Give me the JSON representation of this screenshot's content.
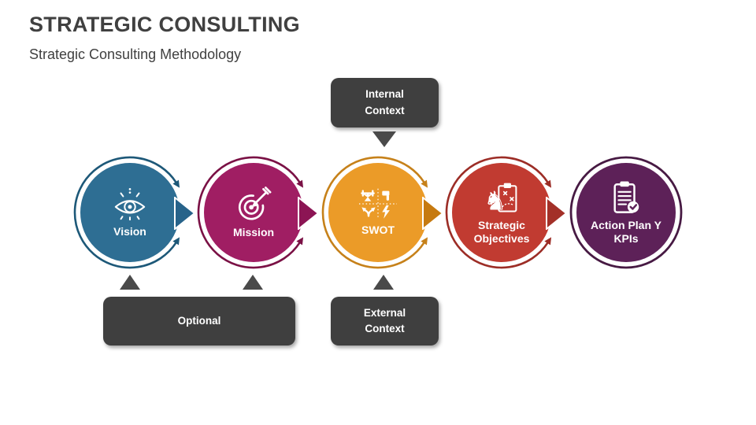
{
  "header": {
    "title": "STRATEGIC CONSULTING",
    "subtitle": "Strategic Consulting Methodology",
    "text_color": "#404040"
  },
  "diagram": {
    "nodes": [
      {
        "id": "vision",
        "label": "Vision",
        "icon": "eye-icon",
        "fill": "#2e6e93",
        "ring": "#1d5878",
        "arrow": "#27638a"
      },
      {
        "id": "mission",
        "label": "Mission",
        "icon": "target-dart-icon",
        "fill": "#a01e63",
        "ring": "#7a1145",
        "arrow": "#8c1554"
      },
      {
        "id": "swot",
        "label": "SWOT",
        "icon": "swot-matrix-icon",
        "fill": "#eb9b28",
        "ring": "#c6811a",
        "arrow": "#c67a10"
      },
      {
        "id": "strategic-objectives",
        "label": "Strategic Objectives",
        "icon": "chess-strategy-icon",
        "fill": "#c13b31",
        "ring": "#9c2d26",
        "arrow": "#a33028"
      },
      {
        "id": "action-plan",
        "label": "Action Plan Y KPIs",
        "icon": "clipboard-check-icon",
        "fill": "#5d2158",
        "ring": "#471a43"
      }
    ],
    "callouts": [
      {
        "id": "internal-context",
        "label": "Internal Context"
      },
      {
        "id": "external-context",
        "label": "External Context"
      },
      {
        "id": "optional",
        "label": "Optional"
      }
    ],
    "callout_bg": "#3f3f3f",
    "pointer_color": "#4a4a4a",
    "icons": {
      "knight_glyph": "♞"
    }
  }
}
